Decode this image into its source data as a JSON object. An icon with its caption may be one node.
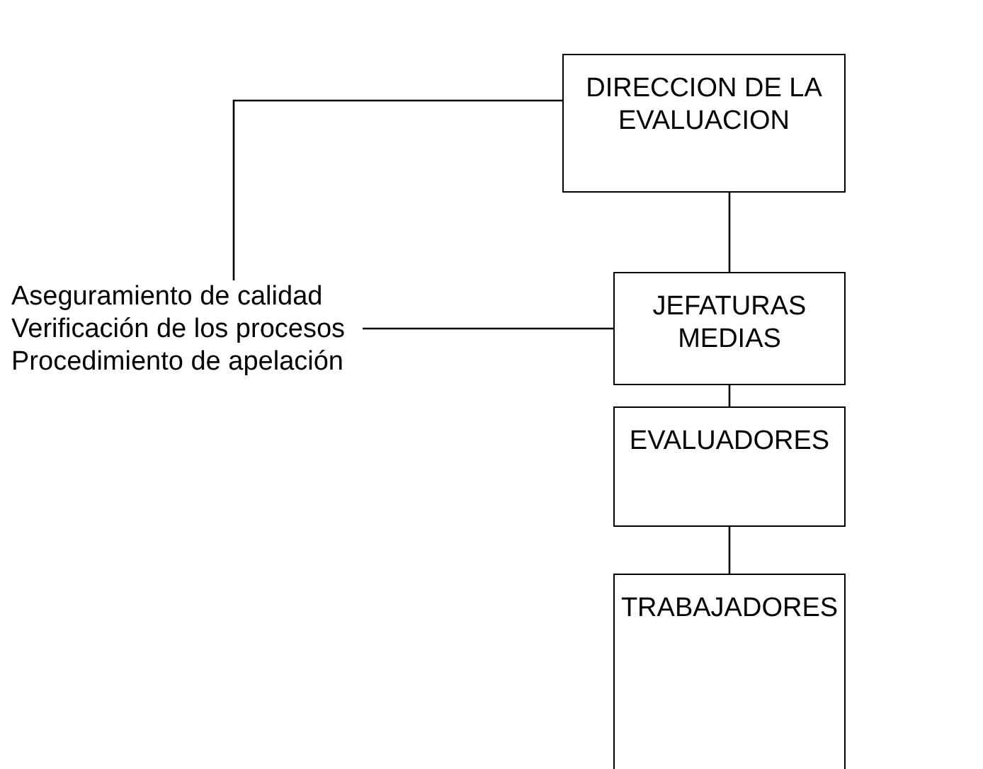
{
  "diagram": {
    "nodes": [
      {
        "text": [
          "DIRECCION DE LA EVALUACION"
        ]
      },
      {
        "text": [
          "JEFATURAS MEDIAS"
        ]
      },
      {
        "text": [
          "EVALUADORES"
        ]
      },
      {
        "text": [
          "TRABAJADORES"
        ]
      },
      {
        "text": [
          "Aseguramiento de calidad",
          "Verificación de los procesos",
          "Procedimiento de apelación"
        ]
      }
    ],
    "edges": [
      {
        "from": 0,
        "to": 1,
        "arrow": "none"
      },
      {
        "from": 1,
        "to": 2,
        "arrow": "none"
      },
      {
        "from": 2,
        "to": 3,
        "arrow": "none"
      },
      {
        "from": 0,
        "to": 4,
        "arrow": "none"
      },
      {
        "from": 4,
        "to": 1,
        "arrow": "none"
      }
    ]
  }
}
